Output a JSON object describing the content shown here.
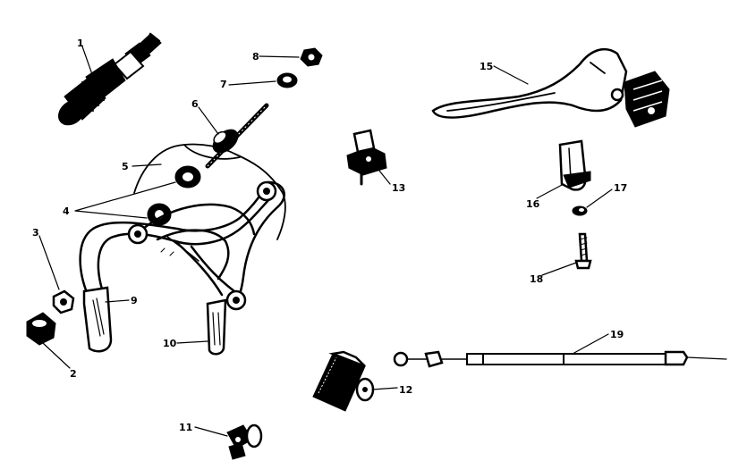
{
  "callouts": {
    "c1": "1",
    "c2": "2",
    "c3": "3",
    "c4": "4",
    "c5": "5",
    "c6": "6",
    "c7": "7",
    "c8": "8",
    "c9": "9",
    "c10": "10",
    "c11": "11",
    "c12": "12",
    "c13": "13",
    "c15": "15",
    "c16": "16",
    "c17": "17",
    "c18": "18",
    "c19": "19"
  }
}
